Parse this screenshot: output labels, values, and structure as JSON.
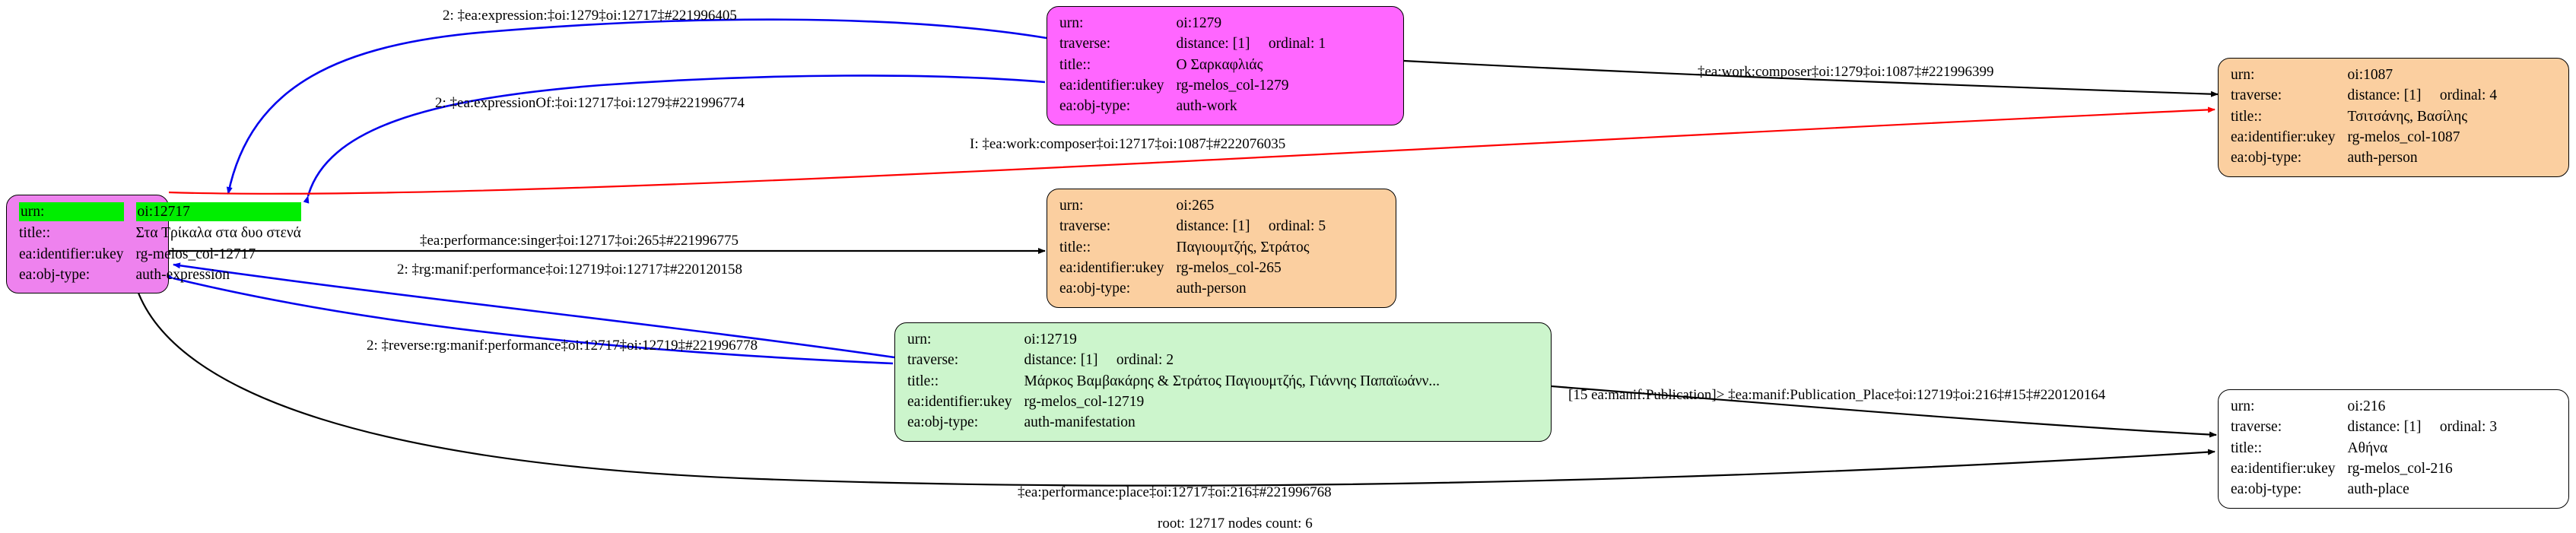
{
  "graph": {
    "caption": "root: 12717 nodes count: 6",
    "colors": {
      "edge_black": "#000000",
      "edge_blue": "#0000ee",
      "edge_red": "#fe0000",
      "node_root_fill": "#ee82ee",
      "node_root_highlight": "#00ee00",
      "node_work_fill": "#ff66ff",
      "node_person_fill": "#fbcfa0",
      "node_manifestation_fill": "#ccf5cc",
      "node_place_fill": "#ffffff"
    },
    "field_labels": {
      "urn": "urn:",
      "traverse": "traverse:",
      "title": "title::",
      "identifier": "ea:identifier:ukey",
      "objtype": "ea:obj-type:"
    }
  },
  "nodes": [
    {
      "id": "node-12717",
      "urn": "oi:12717",
      "traverse": null,
      "title": "Στα Τρίκαλα στα δυο στενά",
      "identifier": "rg-melos_col-12717",
      "objtype": "auth-expression"
    },
    {
      "id": "node-1279",
      "urn": "oi:1279",
      "traverse": "distance: [1]  ordinal: 1",
      "title": "Ο Σαρκαφλιάς",
      "identifier": "rg-melos_col-1279",
      "objtype": "auth-work"
    },
    {
      "id": "node-1087",
      "urn": "oi:1087",
      "traverse": "distance: [1]  ordinal: 4",
      "title": "Τσιτσάνης, Βασίλης",
      "identifier": "rg-melos_col-1087",
      "objtype": "auth-person"
    },
    {
      "id": "node-265",
      "urn": "oi:265",
      "traverse": "distance: [1]  ordinal: 5",
      "title": "Παγιουμτζής, Στράτος",
      "identifier": "rg-melos_col-265",
      "objtype": "auth-person"
    },
    {
      "id": "node-12719",
      "urn": "oi:12719",
      "traverse": "distance: [1]  ordinal: 2",
      "title": "Μάρκος Βαμβακάρης & Στράτος Παγιουμτζής, Γιάννης Παπαϊωάνν...",
      "identifier": "rg-melos_col-12719",
      "objtype": "auth-manifestation"
    },
    {
      "id": "node-216",
      "urn": "oi:216",
      "traverse": "distance: [1]  ordinal: 3",
      "title": "Αθήνα",
      "identifier": "rg-melos_col-216",
      "objtype": "auth-place"
    }
  ],
  "edge_labels": [
    {
      "id": "edge-expression",
      "text": "2: ‡ea:expression:‡oi:1279‡oi:12717‡#221996405"
    },
    {
      "id": "edge-expression-of",
      "text": "2: ‡ea:expressionOf:‡oi:12717‡oi:1279‡#221996774"
    },
    {
      "id": "edge-work-composer-1279",
      "text": "‡ea:work:composer‡oi:1279‡oi:1087‡#221996399"
    },
    {
      "id": "edge-work-composer-12717",
      "text": "I: ‡ea:work:composer‡oi:12717‡oi:1087‡#222076035"
    },
    {
      "id": "edge-performance-singer",
      "text": "‡ea:performance:singer‡oi:12717‡oi:265‡#221996775"
    },
    {
      "id": "edge-rg-manif-performance",
      "text": "2: ‡rg:manif:performance‡oi:12719‡oi:12717‡#220120158"
    },
    {
      "id": "edge-reverse-rg-manif",
      "text": "2: ‡reverse:rg:manif:performance‡oi:12717‡oi:12719‡#221996778"
    },
    {
      "id": "edge-manif-publication-place",
      "text": "[15 ea:manif:Publication]> ‡ea:manif:Publication_Place‡oi:12719‡oi:216‡#15‡#220120164"
    },
    {
      "id": "edge-performance-place",
      "text": "‡ea:performance:place‡oi:12717‡oi:216‡#221996768"
    }
  ]
}
